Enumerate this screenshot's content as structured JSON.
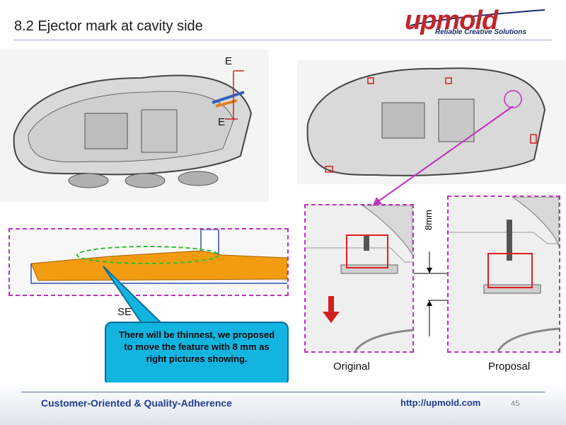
{
  "header": {
    "title": "8.2 Ejector mark at cavity side"
  },
  "logo": {
    "word": "upmold",
    "tagline": "Reliable Creative Solutions"
  },
  "section_marker": {
    "upper": "E",
    "lower": "E"
  },
  "section_label": "SE",
  "callout": {
    "text": "There will be thinnest, we proposed to move the feature with 8 mm as right pictures showing."
  },
  "dimension": {
    "text": "8mm"
  },
  "captions": {
    "original": "Original",
    "proposal": "Proposal"
  },
  "footer": {
    "slogan": "Customer-Oriented & Quality-Adherence",
    "url": "http://upmold.com",
    "page": "45"
  },
  "colors": {
    "accent": "#c030c0",
    "brand_red": "#c0262c",
    "brand_blue": "#1f3c8f",
    "callout": "#12b4e0",
    "part_orange": "#f39c12"
  }
}
